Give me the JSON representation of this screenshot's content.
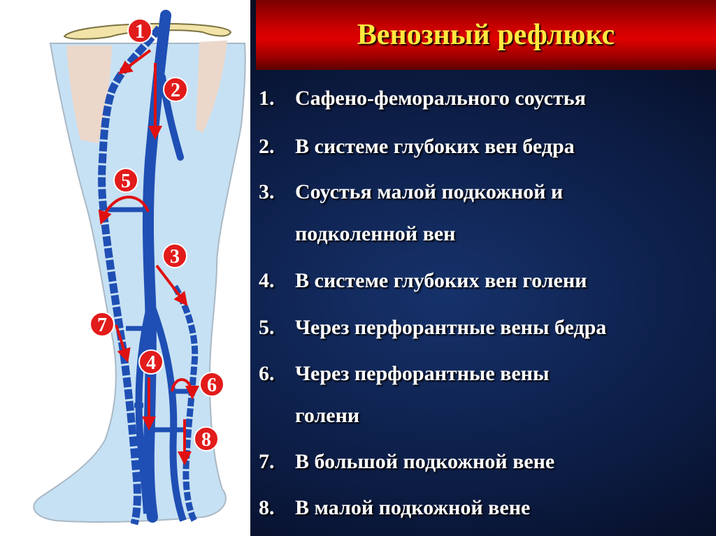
{
  "slide": {
    "title": "Венозный рефлюкс",
    "items": [
      {
        "num": "1.",
        "lines": [
          "Сафено-феморального соустья"
        ]
      },
      {
        "num": "2.",
        "lines": [
          "В системе глубоких вен бедра"
        ]
      },
      {
        "num": "3.",
        "lines": [
          "Соустья малой подкожной и",
          "подколенной вен"
        ]
      },
      {
        "num": "4.",
        "lines": [
          "В системе глубоких вен голени"
        ]
      },
      {
        "num": "5.",
        "lines": [
          "Через перфорантные вены бедра"
        ]
      },
      {
        "num": "6.",
        "lines": [
          "Через перфорантные вены",
          "голени"
        ]
      },
      {
        "num": "7.",
        "lines": [
          "В большой подкожной вене"
        ]
      },
      {
        "num": "8.",
        "lines": [
          "В малой подкожной вене"
        ]
      }
    ]
  },
  "diagram": {
    "markers": [
      "1",
      "2",
      "3",
      "4",
      "5",
      "6",
      "7",
      "8"
    ]
  },
  "colors": {
    "title_text": "#ffe93f",
    "title_bar": "#d40000",
    "background": "#0c1c44",
    "vein": "#1f4fb4",
    "leg_fill": "#c6e1f4",
    "arrow": "#e01010",
    "marker_fill": "#e21b1b"
  }
}
